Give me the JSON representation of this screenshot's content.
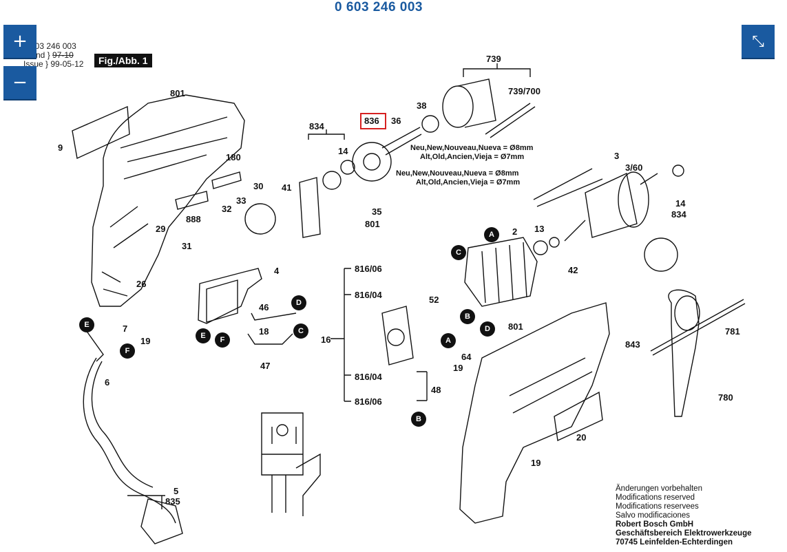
{
  "title": "0 603 246 003",
  "meta": {
    "part": "0 603 246 003",
    "stand_label": "Stand",
    "stand_value": "97-10",
    "issue_label": "Issue",
    "issue_value": "99-05-12"
  },
  "figure_label": "Fig./Abb. 1",
  "zoom": {
    "in_icon": "+",
    "out_icon": "−",
    "fit_icon": "⤡"
  },
  "notes": {
    "n1a": "Neu,New,Nouveau,Nueva = Ø8mm",
    "n1b": "Alt,Old,Ancien,Vieja = Ø7mm",
    "n2a": "Neu,New,Nouveau,Nueva = Ø8mm",
    "n2b": "Alt,Old,Ancien,Vieja = Ø7mm"
  },
  "labels": {
    "l739": "739",
    "l739700": "739/700",
    "l38": "38",
    "l836": "836",
    "l36": "36",
    "l834a": "834",
    "l14a": "14",
    "l3": "3",
    "l360": "3/60",
    "l14b": "14",
    "l834b": "834",
    "l801a": "801",
    "l9": "9",
    "l180": "180",
    "l888": "888",
    "l29": "29",
    "l30": "30",
    "l41": "41",
    "l32": "32",
    "l33": "33",
    "l35": "35",
    "l801b": "801",
    "l31": "31",
    "l26": "26",
    "l4": "4",
    "l46": "46",
    "l18": "18",
    "l47": "47",
    "l7": "7",
    "l19a": "19",
    "l6": "6",
    "l5": "5",
    "l835": "835",
    "l2": "2",
    "l13": "13",
    "l42": "42",
    "l816_06a": "816/06",
    "l816_04a": "816/04",
    "l52": "52",
    "l16": "16",
    "l64": "64",
    "l19b": "19",
    "l816_04b": "816/04",
    "l48": "48",
    "l816_06b": "816/06",
    "l801c": "801",
    "l843": "843",
    "l781": "781",
    "l780": "780",
    "l20": "20",
    "l19c": "19"
  },
  "circles": {
    "A1": "A",
    "C1": "C",
    "B1": "B",
    "D1": "D",
    "D2": "D",
    "C2": "C",
    "E1": "E",
    "F1": "F",
    "E2": "E",
    "F2": "F",
    "A2": "A",
    "B2": "B"
  },
  "footer": {
    "line1": "Änderungen vorbehalten",
    "line2": "Modifications reserved",
    "line3": "Modifications reservees",
    "line4": "Salvo modificaciones",
    "line5": "Robert Bosch GmbH",
    "line6": "Geschäftsbereich Elektrowerkzeuge",
    "line7": "70745 Leinfelden-Echterdingen"
  },
  "highlight_color": "#d62020",
  "accent_color": "#1a5aa0"
}
